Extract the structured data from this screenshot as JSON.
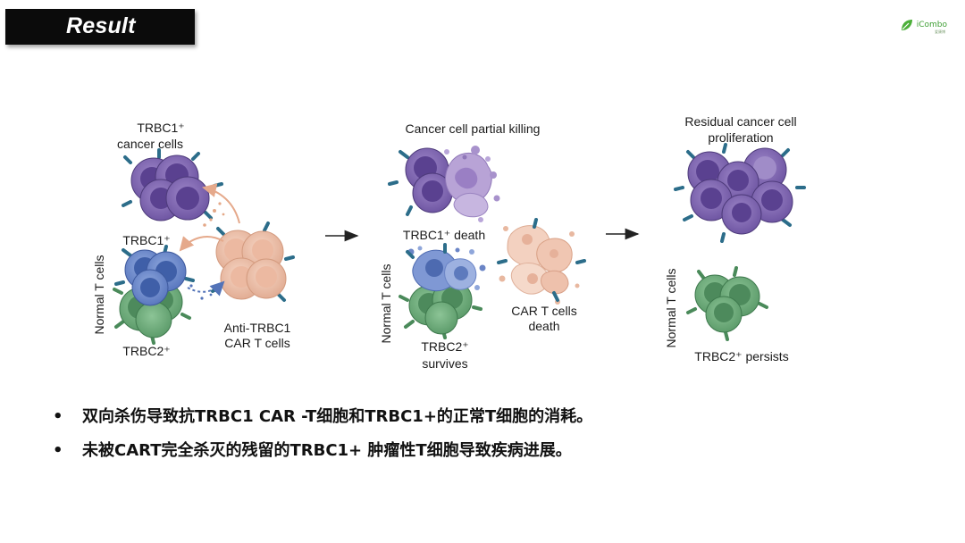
{
  "slide": {
    "title": "Result",
    "logo_text": "iCombo",
    "logo_subtext": "爱康博"
  },
  "figure": {
    "panel1": {
      "cancer_label_line1": "TRBC1⁺",
      "cancer_label_line2": "cancer cells",
      "trbc1_label": "TRBC1⁺",
      "normal_t_label": "Normal T cells",
      "trbc2_label": "TRBC2⁺",
      "car_label_line1": "Anti-TRBC1",
      "car_label_line2": "CAR T cells"
    },
    "panel2": {
      "cancer_label": "Cancer cell partial killing",
      "trbc1_death_label": "TRBC1⁺ death",
      "normal_t_label": "Normal T cells",
      "trbc2_label_line1": "TRBC2⁺",
      "trbc2_label_line2": "survives",
      "car_label_line1": "CAR T cells",
      "car_label_line2": "death"
    },
    "panel3": {
      "cancer_label_line1": "Residual cancer cell",
      "cancer_label_line2": "proliferation",
      "normal_t_label": "Normal T cells",
      "trbc2_label": "TRBC2⁺ persists"
    },
    "colors": {
      "cancer": "#6b4f9e",
      "trbc1": "#4a6bb5",
      "trbc2": "#5a9a68",
      "car": "#e8b8a0",
      "receptor": "#2c6d8a"
    }
  },
  "bullets": [
    "双向杀伤导致抗TRBC1 CAR -T细胞和TRBC1+的正常T细胞的消耗。",
    "未被CART完全杀灭的残留的TRBC1+ 肿瘤性T细胞导致疾病进展。"
  ]
}
